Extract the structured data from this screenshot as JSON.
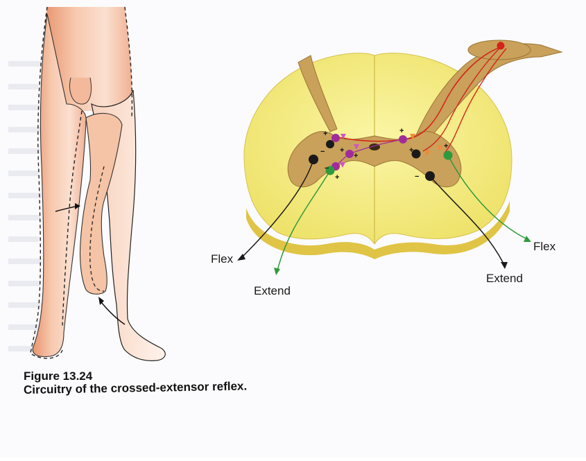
{
  "figure": {
    "number": "Figure 13.24",
    "caption": "Circuitry of the crossed-extensor reflex."
  },
  "labels": {
    "left_flex": "Flex",
    "left_extend": "Extend",
    "right_flex": "Flex",
    "right_extend": "Extend"
  },
  "colors": {
    "gray_matter": "#c9a15a",
    "white_matter": "#f6ee8a",
    "sensory_neuron": "#d4241c",
    "interneuron": "#a02c9c",
    "flexor_motor": "#1a1a1a",
    "extensor_motor": "#2f9a3c",
    "skin": "#f2b99a"
  }
}
